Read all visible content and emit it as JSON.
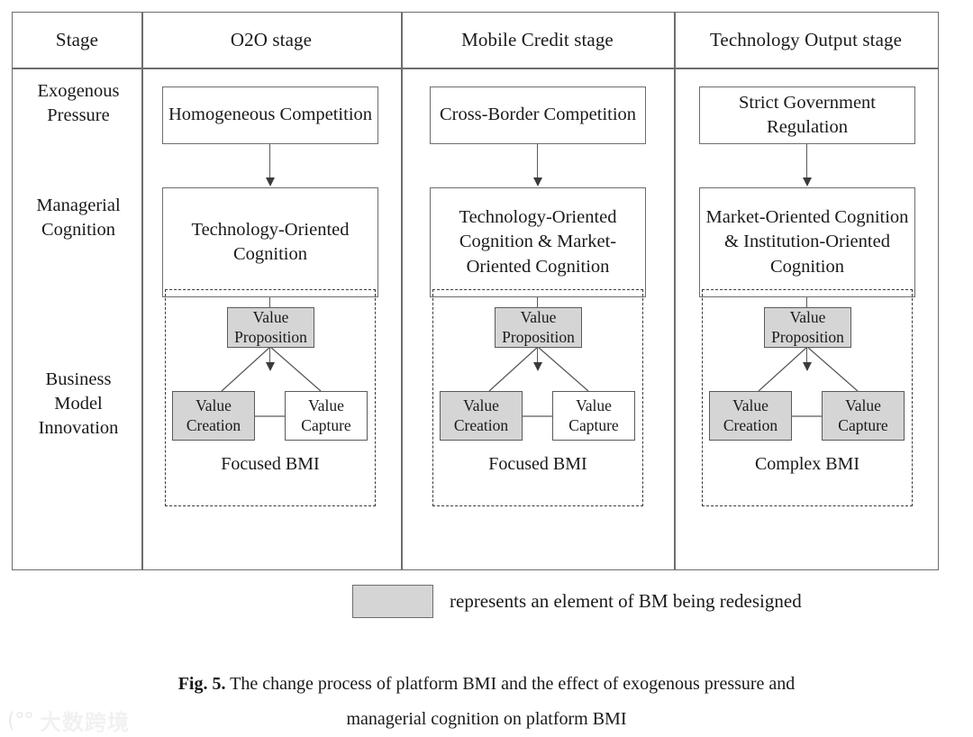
{
  "figure": {
    "caption_label": "Fig. 5.",
    "caption_line1": "The change process of platform BMI and the effect of exogenous pressure and",
    "caption_line2": "managerial cognition on platform BMI"
  },
  "table": {
    "corner_header": "Stage",
    "stage_headers": [
      "O2O stage",
      "Mobile Credit stage",
      "Technology Output stage"
    ],
    "row_labels": [
      "Exogenous Pressure",
      "Managerial Cognition",
      "Business Model Innovation"
    ]
  },
  "columns": [
    {
      "stage": "O2O stage",
      "pressure": "Homogeneous Competition",
      "cognition": "Technology-Oriented Cognition",
      "bmi_label": "Focused BMI",
      "elements": {
        "proposition": "Value Proposition",
        "creation": "Value Creation",
        "capture": "Value Capture"
      },
      "redesigned": [
        "proposition",
        "creation"
      ]
    },
    {
      "stage": "Mobile Credit stage",
      "pressure": "Cross-Border Competition",
      "cognition": "Technology-Oriented Cognition & Market-Oriented Cognition",
      "bmi_label": "Focused BMI",
      "elements": {
        "proposition": "Value Proposition",
        "creation": "Value Creation",
        "capture": "Value Capture"
      },
      "redesigned": [
        "proposition",
        "creation"
      ]
    },
    {
      "stage": "Technology Output stage",
      "pressure": "Strict Government Regulation",
      "cognition": "Market-Oriented Cognition & Institution-Oriented Cognition",
      "bmi_label": "Complex BMI",
      "elements": {
        "proposition": "Value Proposition",
        "creation": "Value Creation",
        "capture": "Value Capture"
      },
      "redesigned": [
        "proposition",
        "creation",
        "capture"
      ]
    }
  ],
  "legend": {
    "text": "represents an element of BM being redesigned",
    "swatch_color": "#d5d5d5"
  },
  "watermark": {
    "mark": "(°°",
    "text": "大数跨境"
  },
  "colors": {
    "border": "#6d6d6d",
    "shaded_fill": "#d5d5d5",
    "text": "#1a1a1a"
  }
}
